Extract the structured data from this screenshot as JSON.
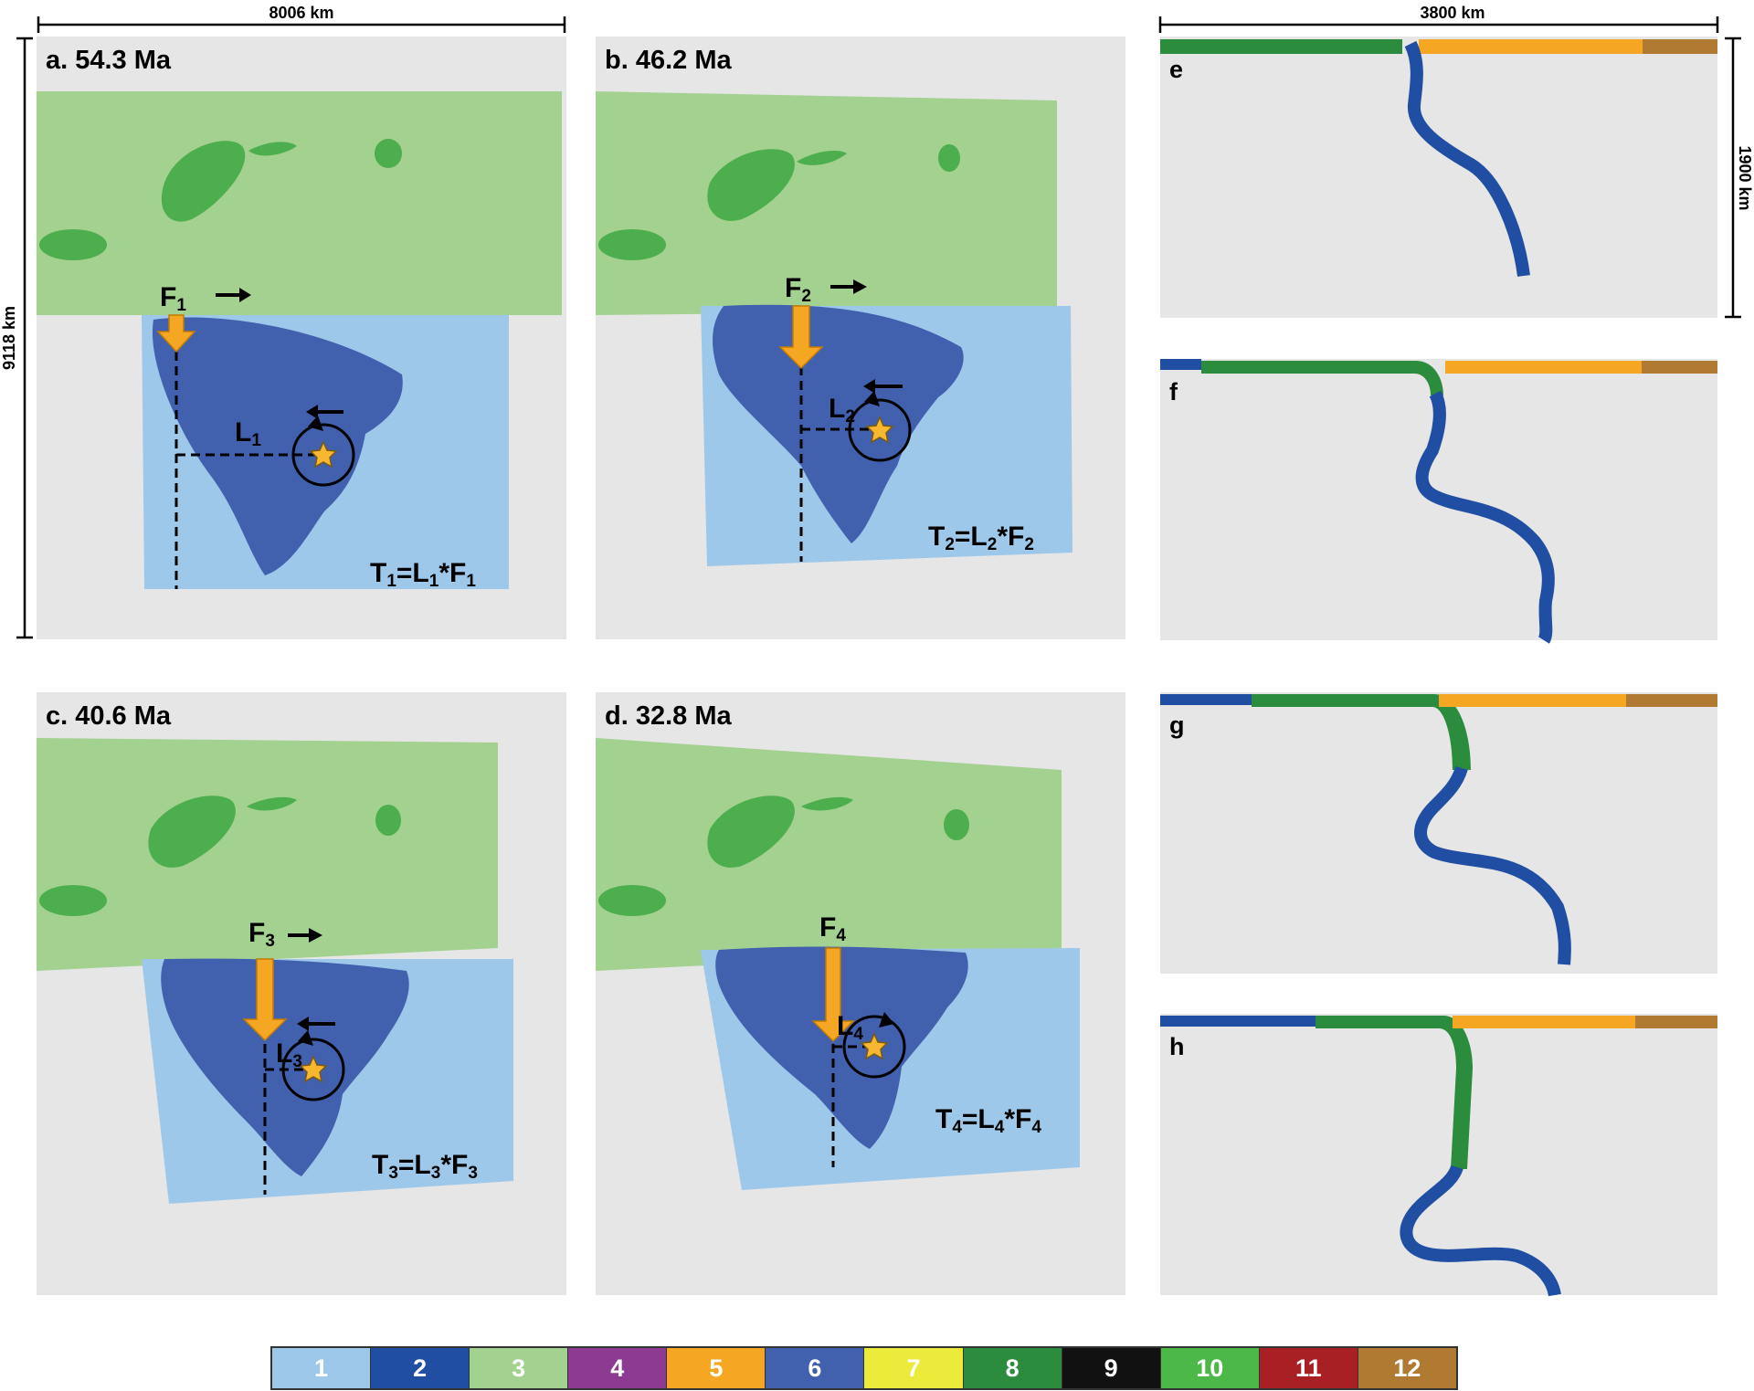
{
  "scale": {
    "map_width": "8006 km",
    "map_height": "9118 km",
    "section_width": "3800 km",
    "section_depth": "1900 km"
  },
  "map_panels": [
    {
      "label": "a. 54.3 Ma",
      "force": "F",
      "force_sub": "1",
      "lever": "L",
      "lever_sub": "1",
      "eq_T": "T",
      "eq_sub1": "1",
      "eq_eqL": "=L",
      "eq_sub2": "1",
      "eq_starF": "*F",
      "eq_sub3": "1"
    },
    {
      "label": "b. 46.2 Ma",
      "force": "F",
      "force_sub": "2",
      "lever": "L",
      "lever_sub": "2",
      "eq_T": "T",
      "eq_sub1": "2",
      "eq_eqL": "=L",
      "eq_sub2": "2",
      "eq_starF": "*F",
      "eq_sub3": "2"
    },
    {
      "label": "c. 40.6 Ma",
      "force": "F",
      "force_sub": "3",
      "lever": "L",
      "lever_sub": "3",
      "eq_T": "T",
      "eq_sub1": "3",
      "eq_eqL": "=L",
      "eq_sub2": "3",
      "eq_starF": "*F",
      "eq_sub3": "3"
    },
    {
      "label": "d. 32.8 Ma",
      "force": "F",
      "force_sub": "4",
      "lever": "L",
      "lever_sub": "4",
      "eq_T": "T",
      "eq_sub1": "4",
      "eq_eqL": "=L",
      "eq_sub2": "4",
      "eq_starF": "*F",
      "eq_sub3": "4"
    }
  ],
  "section_panels": [
    {
      "label": "e"
    },
    {
      "label": "f"
    },
    {
      "label": "g"
    },
    {
      "label": "h"
    }
  ],
  "legend": [
    {
      "label": "1",
      "color": "#9ec8ea"
    },
    {
      "label": "2",
      "color": "#1f4ea3"
    },
    {
      "label": "3",
      "color": "#a3d190"
    },
    {
      "label": "4",
      "color": "#8c3a92"
    },
    {
      "label": "5",
      "color": "#f5a623"
    },
    {
      "label": "6",
      "color": "#4160ae"
    },
    {
      "label": "7",
      "color": "#ecea3a"
    },
    {
      "label": "8",
      "color": "#2a8c3c"
    },
    {
      "label": "9",
      "color": "#111111"
    },
    {
      "label": "10",
      "color": "#4cb848"
    },
    {
      "label": "11",
      "color": "#a81f24"
    },
    {
      "label": "12",
      "color": "#b07a33"
    }
  ],
  "colors": {
    "panel_bg": "#e6e6e6",
    "overriding_plate": "#a3d190",
    "continental_blocks": "#4cae4c",
    "subducting_plate": "#9ec8ea",
    "slab": "#4160ae",
    "force_arrow": "#f5a623",
    "star": "#f7b731"
  }
}
